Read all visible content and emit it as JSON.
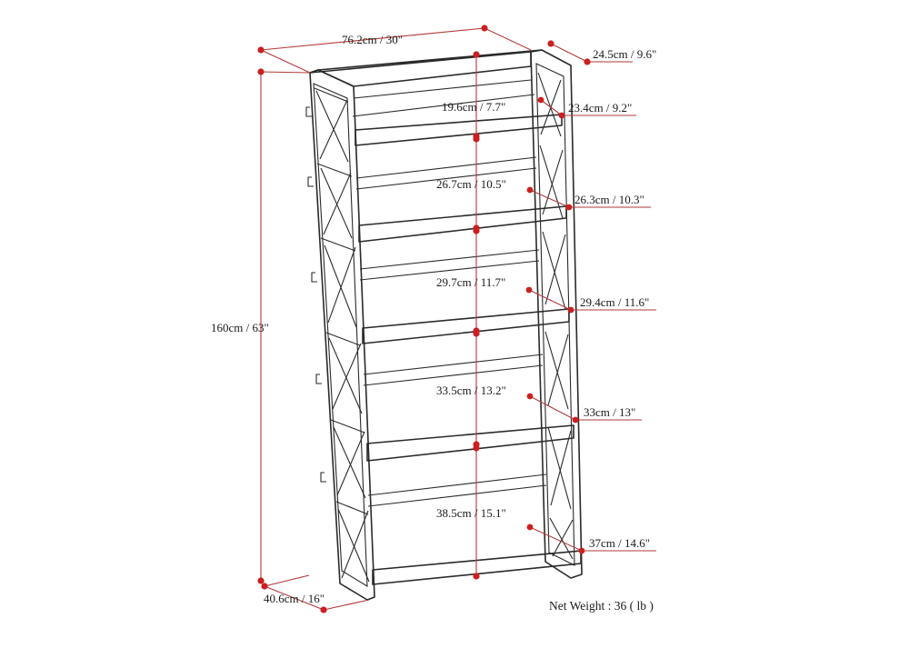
{
  "diagram": {
    "dimensions": {
      "width": "76.2cm / 30\"",
      "depth_top": "24.5cm / 9.6\"",
      "height": "160cm / 63\"",
      "depth_bottom": "40.6cm / 16\""
    },
    "shelf_spacing": [
      "19.6cm / 7.7\"",
      "26.7cm / 10.5\"",
      "29.7cm / 11.7\"",
      "33.5cm / 13.2\"",
      "38.5cm / 15.1\""
    ],
    "shelf_depths": [
      "23.4cm / 9.2\"",
      "26.3cm / 10.3\"",
      "29.4cm / 11.6\"",
      "33cm / 13\"",
      "37cm / 14.6\""
    ],
    "net_weight": "Net Weight : 36 ( lb )"
  },
  "colors": {
    "line": "#2a2a2a",
    "dimension_line": "#b23a3a",
    "dimension_dot": "#cc1f1f"
  }
}
